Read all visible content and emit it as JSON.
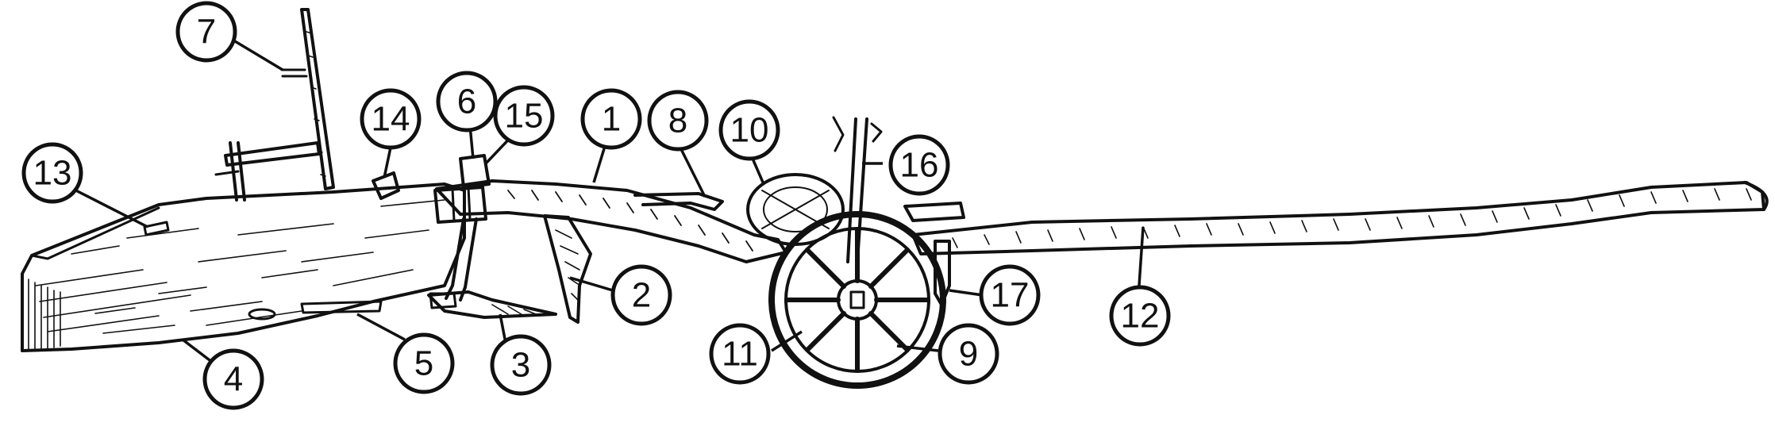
{
  "diagram": {
    "subject": "wheeled plough",
    "ink_color": "#111111",
    "background": "#ffffff",
    "callouts": [
      {
        "id": "c1",
        "label": "1"
      },
      {
        "id": "c2",
        "label": "2"
      },
      {
        "id": "c3",
        "label": "3"
      },
      {
        "id": "c4",
        "label": "4"
      },
      {
        "id": "c5",
        "label": "5"
      },
      {
        "id": "c6",
        "label": "6"
      },
      {
        "id": "c7",
        "label": "7"
      },
      {
        "id": "c8",
        "label": "8"
      },
      {
        "id": "c9",
        "label": "9"
      },
      {
        "id": "c10",
        "label": "10"
      },
      {
        "id": "c11",
        "label": "11"
      },
      {
        "id": "c12",
        "label": "12"
      },
      {
        "id": "c13",
        "label": "13"
      },
      {
        "id": "c14",
        "label": "14"
      },
      {
        "id": "c15",
        "label": "15"
      },
      {
        "id": "c16",
        "label": "16"
      },
      {
        "id": "c17",
        "label": "17"
      }
    ]
  }
}
